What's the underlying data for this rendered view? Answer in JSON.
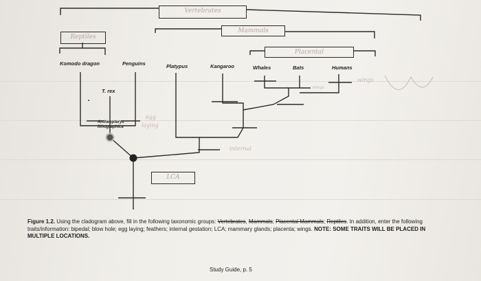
{
  "taxa": {
    "komodo": "Komodo dragon",
    "penguins": "Penguins",
    "platypus": "Platypus",
    "kangaroo": "Kangaroo",
    "whales": "Whales",
    "bats": "Bats",
    "humans": "Humans",
    "trex": "T. rex",
    "archaeopteryx_1": "Archeopteryx",
    "archaeopteryx_2": "lithographica"
  },
  "handwriting": {
    "box_top": "Vertebrates",
    "box_mammals": "Mammals",
    "box_placental": "Placental",
    "box_reptiles": "Reptiles",
    "box_lca": "LCA",
    "egg_laying_1": "egg",
    "egg_laying_2": "laying",
    "wings_bats": "wings",
    "wings_humans": "wings",
    "internal": "internal"
  },
  "caption": {
    "figure_label": "Figure 1.2.",
    "text_a": " Using the cladogram above, fill in the following taxonomic groups: ",
    "vertebrates": "Vertebrates",
    "sep1": ", ",
    "mammals": "Mammals",
    "sep2": "; ",
    "placental": "Placental Mammals",
    "sep3": "; ",
    "reptiles": "Reptiles",
    "text_b": ". In addition, enter the following traits/information: bipedal; blow hole; egg laying; feathers; internal gestation; LCA; mammary glands; placenta; wings. ",
    "note": "NOTE: SOME TRAITS WILL BE PLACED IN MULTIPLE LOCATIONS."
  },
  "footer": "Study Guide, p. 5"
}
